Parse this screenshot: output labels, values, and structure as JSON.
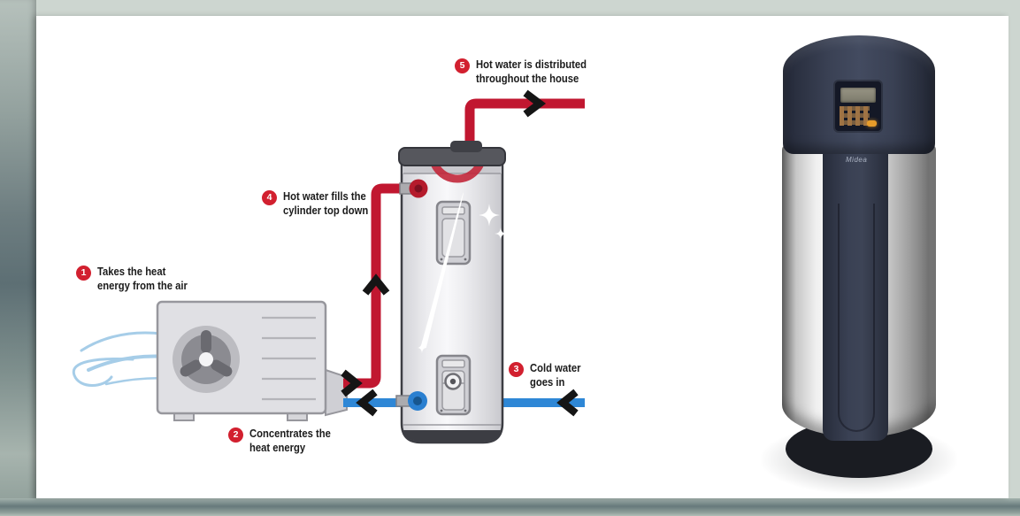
{
  "diagram": {
    "steps": [
      {
        "num": "1",
        "line1": "Takes the heat",
        "line2": "energy from the air"
      },
      {
        "num": "2",
        "line1": "Concentrates the",
        "line2": "heat energy"
      },
      {
        "num": "3",
        "line1": "Cold water",
        "line2": "goes in"
      },
      {
        "num": "4",
        "line1": "Hot water fills the",
        "line2": "cylinder top down"
      },
      {
        "num": "5",
        "line1": "Hot water is distributed",
        "line2": "throughout the house"
      }
    ],
    "colors": {
      "hot_pipe": "#c11730",
      "cold_pipe": "#2e87d6",
      "badge_red": "#d2202f",
      "arrow_black": "#151515",
      "air_swoosh": "#a6cde8"
    }
  },
  "product": {
    "brand": "Midea"
  }
}
